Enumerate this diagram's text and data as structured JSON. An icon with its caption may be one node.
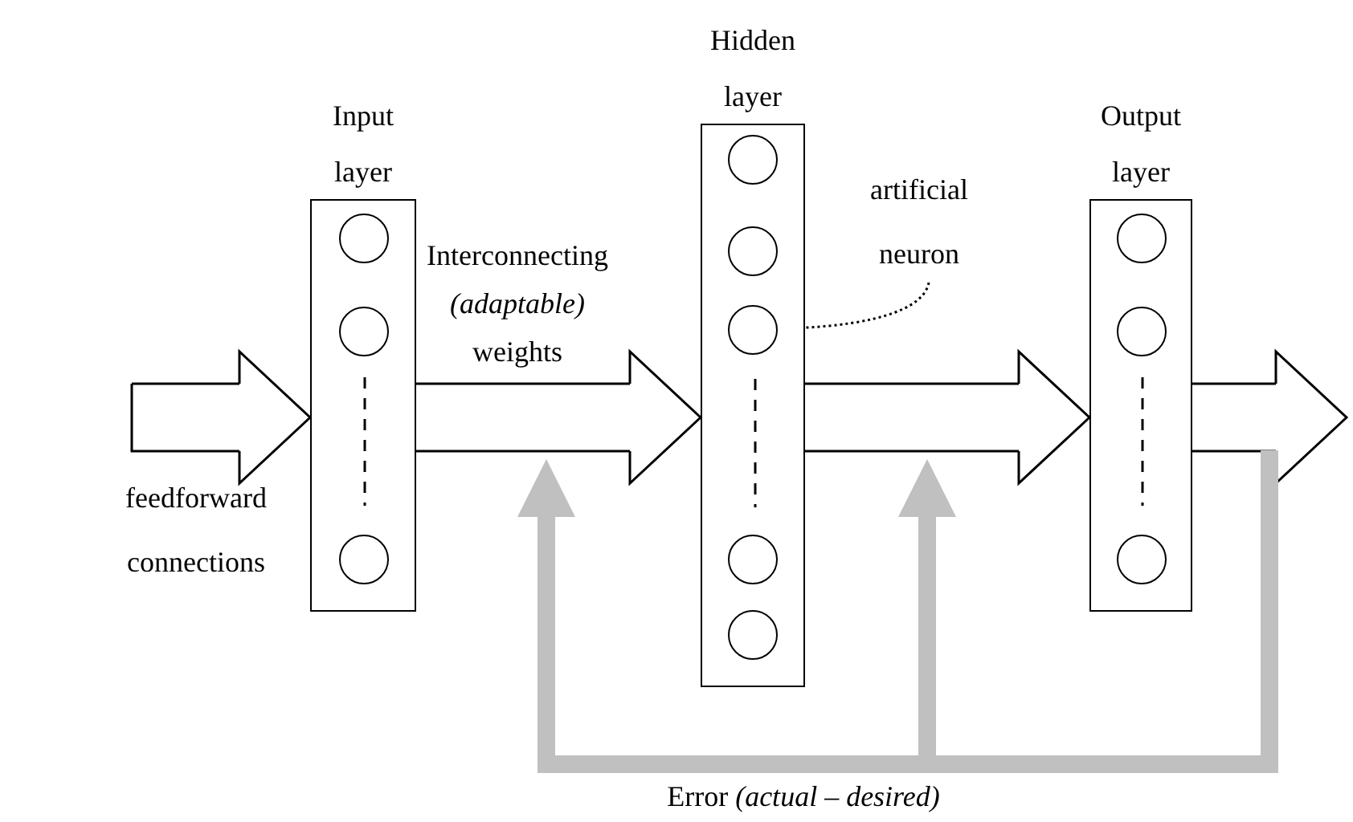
{
  "diagram": {
    "nodes": [
      {
        "text": [
          "Input layer"
        ]
      },
      {
        "text": [],
        "shape": "circle",
        "in": 0
      },
      {
        "text": [],
        "shape": "circle",
        "in": 0
      },
      {
        "text": [],
        "shape": "circle",
        "in": 0
      },
      {
        "text": [
          "Hidden layer"
        ]
      },
      {
        "text": [],
        "shape": "circle",
        "in": 4
      },
      {
        "text": [],
        "shape": "circle",
        "in": 4
      },
      {
        "text": [],
        "shape": "circle",
        "in": 4
      },
      {
        "text": [],
        "shape": "circle",
        "in": 4
      },
      {
        "text": [],
        "shape": "circle",
        "in": 4
      },
      {
        "text": [
          "Output layer"
        ]
      },
      {
        "text": [],
        "shape": "circle",
        "in": 10
      },
      {
        "text": [],
        "shape": "circle",
        "in": 10
      },
      {
        "text": [],
        "shape": "circle",
        "in": 10
      },
      {
        "text": [
          "artificial neuron"
        ]
      }
    ],
    "edges": [
      {
        "from": null,
        "to": 0,
        "arrow": "to",
        "label": "feedforward connections"
      },
      {
        "from": 0,
        "to": 4,
        "arrow": "to",
        "label": "Interconnecting *(adaptable)* weights"
      },
      {
        "from": 4,
        "to": 10,
        "arrow": "to"
      },
      {
        "from": 10,
        "to": null,
        "arrow": "to"
      },
      {
        "from": 14,
        "to": 7,
        "arrow": "none",
        "style": "dashed"
      },
      {
        "from": 10,
        "to": null,
        "arrow": "to",
        "style": "thick",
        "color": "#c0c0c0",
        "label": "Error *(actual – desired)*"
      },
      {
        "from": 10,
        "to": null,
        "arrow": "to",
        "style": "thick",
        "color": "#c0c0c0"
      }
    ]
  }
}
